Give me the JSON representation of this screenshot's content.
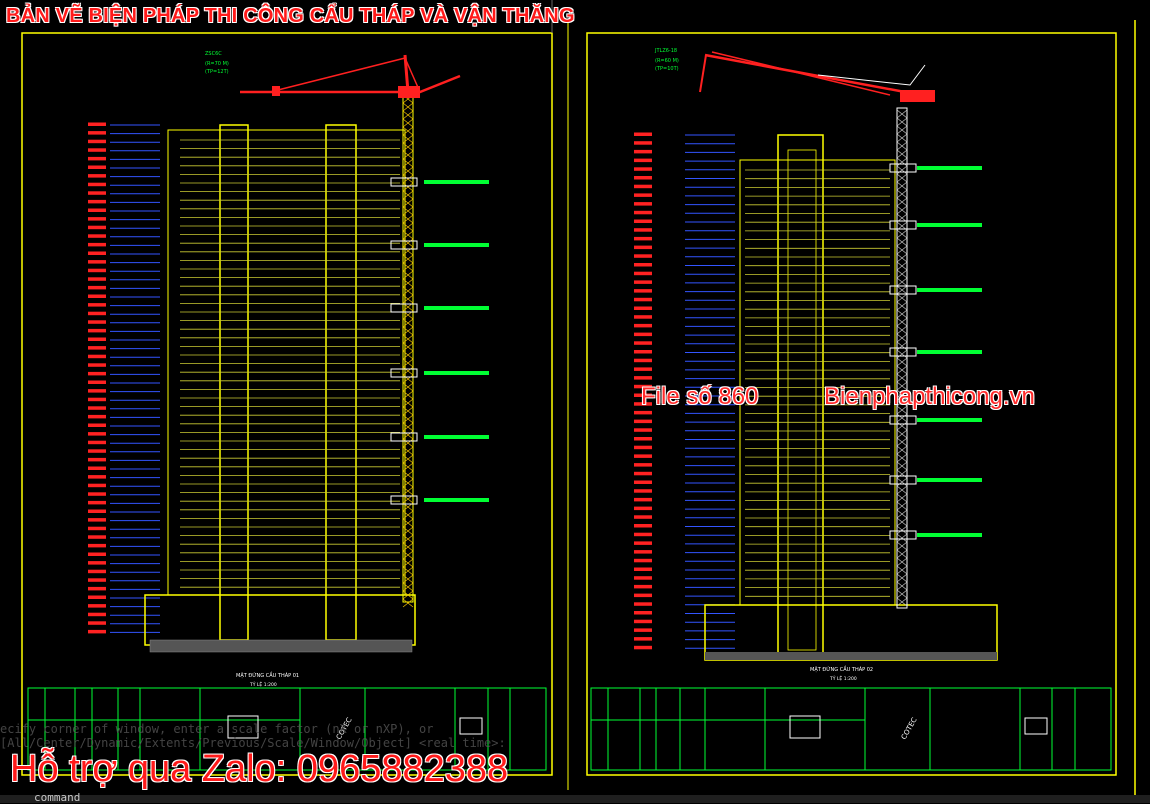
{
  "title": "BẢN VẼ BIỆN PHÁP THI CÔNG CẨU THÁP VÀ VẬN THĂNG",
  "watermark": {
    "file_label": "File số 860",
    "site_label": "Bienphapthicong.vn"
  },
  "support_label": "Hỗ trợ qua Zalo: 0965882388",
  "command_line": {
    "prompt": "command",
    "history": [
      "ecify corner of window, enter a scale factor (nX or nXP), or",
      "[All/Center/Dynamic/Extents/Previous/Scale/Window/Object] <real time>:"
    ]
  },
  "sheets": [
    {
      "name": "sheet-1",
      "caption": "MẶT ĐỨNG CẦU THÁP 01",
      "scale": "TỶ LỆ 1:200"
    },
    {
      "name": "sheet-2",
      "caption": "MẶT ĐỨNG CẦU THÁP 02",
      "scale": "TỶ LỆ 1:200"
    }
  ],
  "colors": {
    "background": "#000000",
    "frame": "#ffff00",
    "crane": "#ff2020",
    "title_block": "#00ff33",
    "level_text": "#ff2222",
    "level_line": "#3355ff"
  }
}
